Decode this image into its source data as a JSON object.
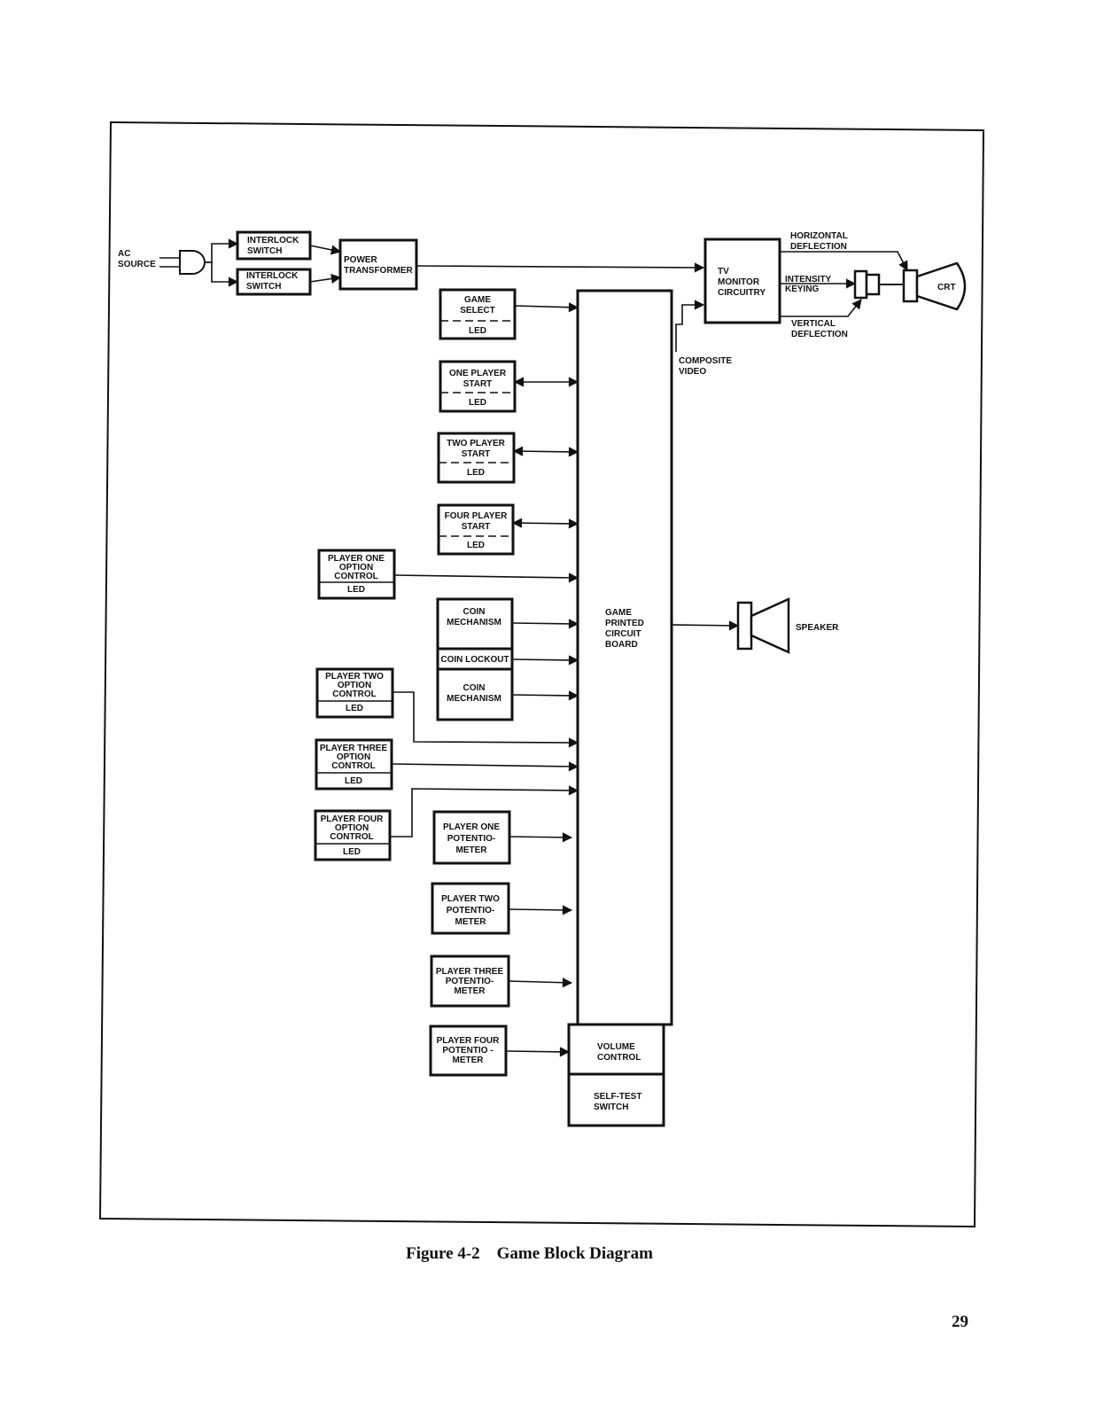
{
  "labels": {
    "ac_source": [
      "AC",
      "SOURCE"
    ],
    "interlock_switch_1": [
      "INTERLOCK",
      "SWITCH"
    ],
    "interlock_switch_2": [
      "INTERLOCK",
      "SWITCH"
    ],
    "power_transformer": [
      "POWER",
      "TRANSFORMER"
    ],
    "tv_monitor": [
      "TV",
      "MONITOR",
      "CIRCUITRY"
    ],
    "horizontal_deflection": [
      "HORIZONTAL",
      "DEFLECTION"
    ],
    "intensity_keying": [
      "INTENSITY",
      "KEYING"
    ],
    "vertical_deflection": [
      "VERTICAL",
      "DEFLECTION"
    ],
    "crt": [
      "CRT"
    ],
    "composite_video": [
      "COMPOSITE",
      "VIDEO"
    ],
    "game_select": [
      "GAME",
      "SELECT"
    ],
    "game_select_led": [
      "LED"
    ],
    "one_player_start": [
      "ONE PLAYER",
      "START"
    ],
    "one_player_start_led": [
      "LED"
    ],
    "two_player_start": [
      "TWO PLAYER",
      "START"
    ],
    "two_player_start_led": [
      "LED"
    ],
    "four_player_start": [
      "FOUR PLAYER",
      "START"
    ],
    "four_player_start_led": [
      "LED"
    ],
    "player_one_option": [
      "PLAYER ONE",
      "OPTION",
      "CONTROL"
    ],
    "player_one_option_led": [
      "LED"
    ],
    "coin_mechanism_1": [
      "COIN",
      "MECHANISM"
    ],
    "coin_lockout": [
      "COIN LOCKOUT"
    ],
    "coin_mechanism_2": [
      "COIN",
      "MECHANISM"
    ],
    "player_two_option": [
      "PLAYER TWO",
      "OPTION",
      "CONTROL"
    ],
    "player_two_option_led": [
      "LED"
    ],
    "player_three_option": [
      "PLAYER THREE",
      "OPTION",
      "CONTROL"
    ],
    "player_three_option_led": [
      "LED"
    ],
    "player_four_option": [
      "PLAYER FOUR",
      "OPTION",
      "CONTROL"
    ],
    "player_four_option_led": [
      "LED"
    ],
    "game_pcb": [
      "GAME",
      "PRINTED",
      "CIRCUIT",
      "BOARD"
    ],
    "speaker": [
      "SPEAKER"
    ],
    "player_one_pot": [
      "PLAYER ONE",
      "POTENTIO-",
      "METER"
    ],
    "player_two_pot": [
      "PLAYER TWO",
      "POTENTIO-",
      "METER"
    ],
    "player_three_pot": [
      "PLAYER THREE",
      "POTENTIO-",
      "METER"
    ],
    "player_four_pot": [
      "PLAYER FOUR",
      "POTENTIO -",
      "METER"
    ],
    "volume_control": [
      "VOLUME",
      "CONTROL"
    ],
    "self_test_switch": [
      "SELF-TEST",
      "SWITCH"
    ]
  },
  "caption": "Figure 4-2    Game Block Diagram",
  "page_number": "29"
}
